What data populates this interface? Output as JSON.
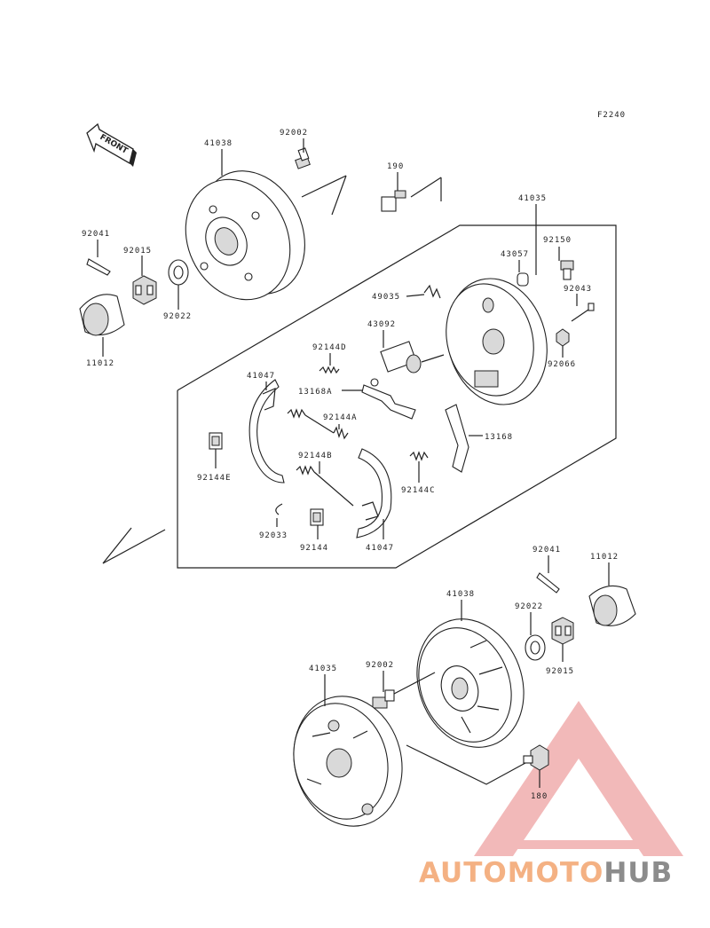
{
  "figure_code": "F2240",
  "front_label": "FRONT",
  "labels": {
    "41038_top": "41038",
    "92002_top": "92002",
    "190": "190",
    "41035_top": "41035",
    "92041_top": "92041",
    "92015_top": "92015",
    "92022_top": "92022",
    "11012_top": "11012",
    "92150": "92150",
    "43057": "43057",
    "92043": "92043",
    "49035": "49035",
    "43092": "43092",
    "92066": "92066",
    "92144D": "92144D",
    "41047_left": "41047",
    "13168A": "13168A",
    "92144A": "92144A",
    "13168": "13168",
    "92144E": "92144E",
    "92144B": "92144B",
    "92144C": "92144C",
    "92033": "92033",
    "92144": "92144",
    "41047_right": "41047",
    "92041_bottom": "92041",
    "11012_bottom": "11012",
    "41038_bottom": "41038",
    "92022_bottom": "92022",
    "92015_bottom": "92015",
    "41035_bottom": "41035",
    "92002_bottom": "92002",
    "180": "180"
  },
  "watermark": {
    "part1": "AUTOMOTO",
    "part2": "HUB",
    "color1": "#f4b183",
    "color2": "#8c8c8c",
    "triangle_color": "#e88080"
  }
}
